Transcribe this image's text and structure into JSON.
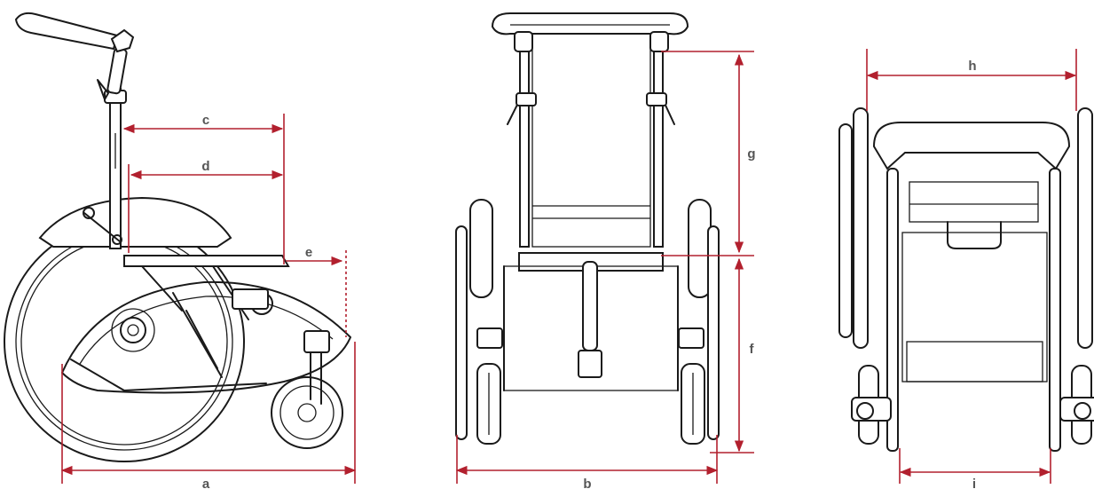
{
  "colors": {
    "dimension": "#b2202e",
    "outline": "#1a1a1a",
    "label": "#555555",
    "background": "#ffffff"
  },
  "views": [
    {
      "name": "side-view",
      "dimension_labels": [
        "a",
        "c",
        "d",
        "e"
      ]
    },
    {
      "name": "front-view",
      "dimension_labels": [
        "b",
        "f",
        "g"
      ]
    },
    {
      "name": "top-view",
      "dimension_labels": [
        "h",
        "i"
      ]
    }
  ],
  "dimensions": {
    "a": "a",
    "b": "b",
    "c": "c",
    "d": "d",
    "e": "e",
    "f": "f",
    "g": "g",
    "h": "h",
    "i": "i"
  }
}
